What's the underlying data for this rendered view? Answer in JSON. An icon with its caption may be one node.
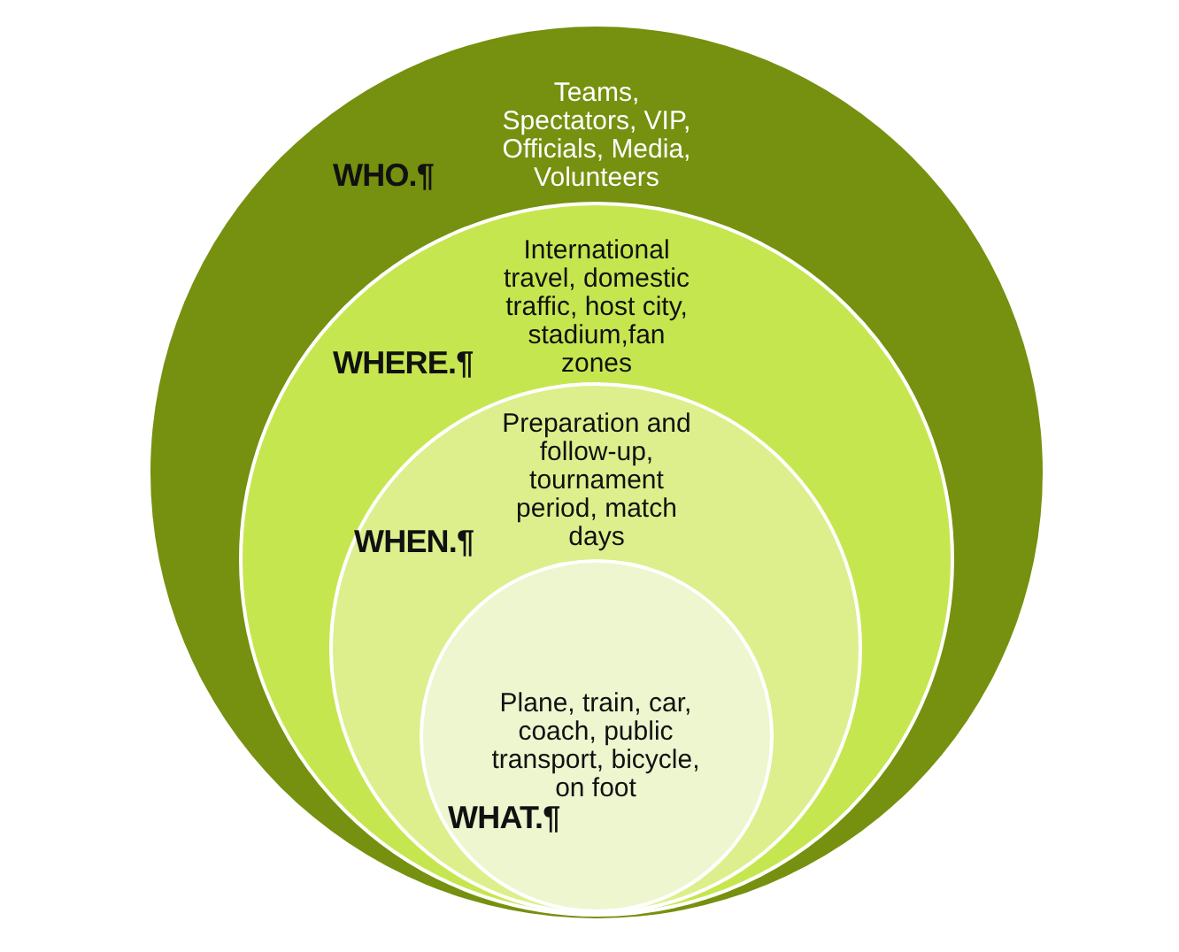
{
  "diagram": {
    "nodes": [
      {
        "text": [
          "WHO.¶",
          "Teams, Spectators, VIP, Officials, Media, Volunteers"
        ]
      },
      {
        "text": [
          "WHERE.¶",
          "International travel, domestic traffic, host city, stadium,fan zones"
        ],
        "in": 0
      },
      {
        "text": [
          "WHEN.¶",
          "Preparation and follow-up, tournament period, match days"
        ],
        "in": 1
      },
      {
        "text": [
          "Plane, train, car, coach, public transport, bicycle, on foot",
          "WHAT.¶"
        ],
        "in": 2
      }
    ]
  }
}
